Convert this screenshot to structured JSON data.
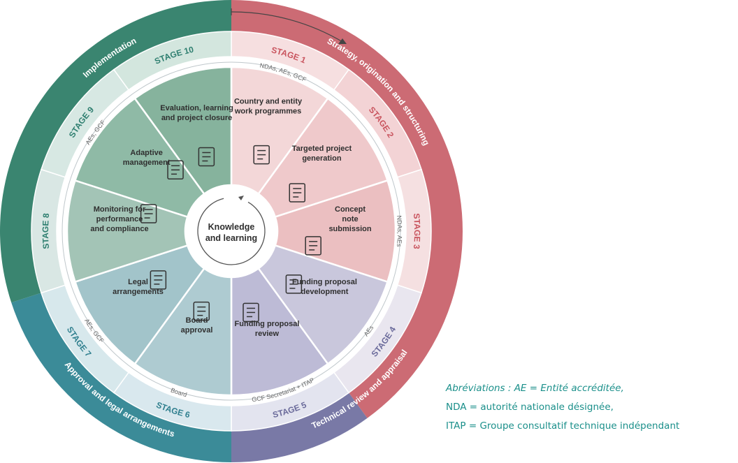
{
  "center": {
    "line1": "Knowledge",
    "line2": "and learning"
  },
  "phases": [
    {
      "label": "Strategy, origination and structuring",
      "color": "#cc6b74"
    },
    {
      "label": "Technical review and appraisal",
      "color": "#7979a6"
    },
    {
      "label": "Approval and legal arrangements",
      "color": "#3b8b98"
    },
    {
      "label": "Implementation",
      "color": "#3a8570"
    }
  ],
  "stages": [
    {
      "stage": "STAGE 1",
      "lines": [
        "Country and entity",
        "work programmes"
      ],
      "icon": "checklist-icon",
      "actors": "NDAs, AEs, GCF"
    },
    {
      "stage": "STAGE 2",
      "lines": [
        "Targeted project",
        "generation"
      ],
      "icon": "team-network-icon",
      "actors": ""
    },
    {
      "stage": "STAGE 3",
      "lines": [
        "Concept",
        "note",
        "submission"
      ],
      "icon": "document-pen-icon",
      "actors": "NDAs, AEs"
    },
    {
      "stage": "STAGE 4",
      "lines": [
        "Funding proposal",
        "development"
      ],
      "icon": "report-chart-icon",
      "actors": "AEs"
    },
    {
      "stage": "STAGE 5",
      "lines": [
        "Funding proposal",
        "review"
      ],
      "icon": "document-search-icon",
      "actors": "GCF Secretariat + ITAP"
    },
    {
      "stage": "STAGE 6",
      "lines": [
        "Board",
        "approval"
      ],
      "icon": "gavel-icon",
      "actors": "Board"
    },
    {
      "stage": "STAGE 7",
      "lines": [
        "Legal",
        "arrangements"
      ],
      "icon": "scales-icon",
      "actors": "AEs, GCF"
    },
    {
      "stage": "STAGE 8",
      "lines": [
        "Monitoring for",
        "performance",
        "and compliance"
      ],
      "icon": "monitor-search-icon",
      "actors": ""
    },
    {
      "stage": "STAGE 9",
      "lines": [
        "Adaptive",
        "management"
      ],
      "icon": "gear-hand-icon",
      "actors": "AEs, GCF"
    },
    {
      "stage": "STAGE 10",
      "lines": [
        "Evaluation, learning",
        "and project closure"
      ],
      "icon": "certificate-book-icon",
      "actors": ""
    }
  ],
  "legend": {
    "line1": "Abréviations : AE = Entité accréditée,",
    "line2": "NDA = autorité nationale désignée,",
    "line3": "ITAP = Groupe consultatif technique indépendant"
  }
}
